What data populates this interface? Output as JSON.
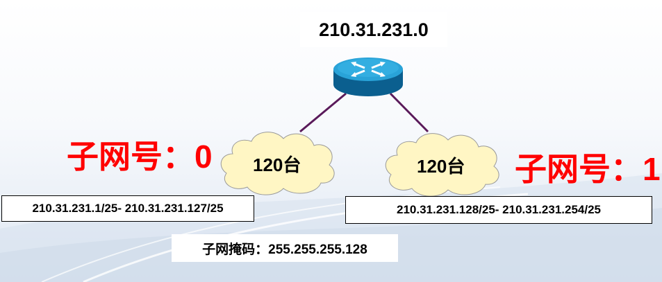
{
  "router": {
    "network_address": "210.31.231.0"
  },
  "subnets": [
    {
      "title": "子网号：0",
      "hosts": "120台",
      "range": "210.31.231.1/25- 210.31.231.127/25"
    },
    {
      "title": "子网号：1",
      "hosts": "120台",
      "range": "210.31.231.128/25- 210.31.231.254/25"
    }
  ],
  "mask": "子网掩码：255.255.255.128",
  "colors": {
    "subnet_title": "#ff0000",
    "cloud_fill": "#fff6c4",
    "router_top": "#29a3d8",
    "router_side": "#0b5f8f",
    "link_line": "#5a1a5a"
  }
}
